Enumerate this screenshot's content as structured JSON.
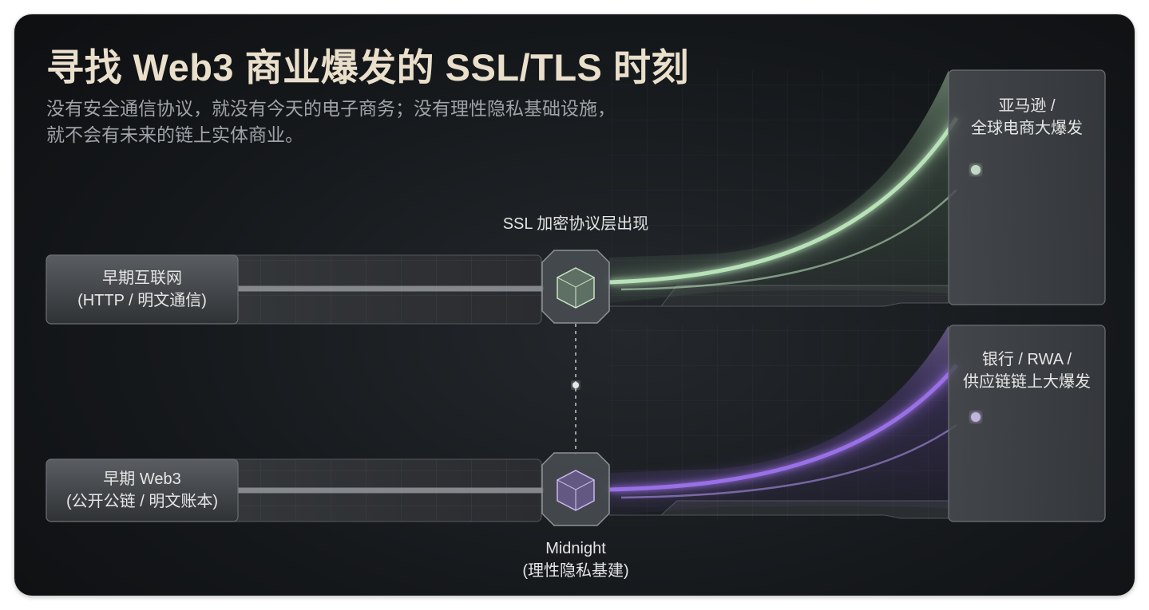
{
  "heading": {
    "title": "寻找 Web3 商业爆发的 SSL/TLS 时刻",
    "subtitle_line1": "没有安全通信协议，就没有今天的电子商务；没有理性隐私基础设施，",
    "subtitle_line2": "就不会有未来的链上实体商业。"
  },
  "top_track": {
    "start_line1": "早期互联网",
    "start_line2": "(HTTP / 明文通信)",
    "node_label": "SSL 加密协议层出现",
    "end_line1": "亚马逊 /",
    "end_line2": "全球电商大爆发"
  },
  "bottom_track": {
    "start_line1": "早期 Web3",
    "start_line2": "(公开公链 / 明文账本)",
    "node_line1": "Midnight",
    "node_line2": "(理性隐私基建)",
    "end_line1": "银行 / RWA /",
    "end_line2": "供应链链上大爆发"
  },
  "colors": {
    "title": "#e9dfcb",
    "green_curve": "#b8e2b8",
    "purple_curve": "#9a6fe6"
  }
}
